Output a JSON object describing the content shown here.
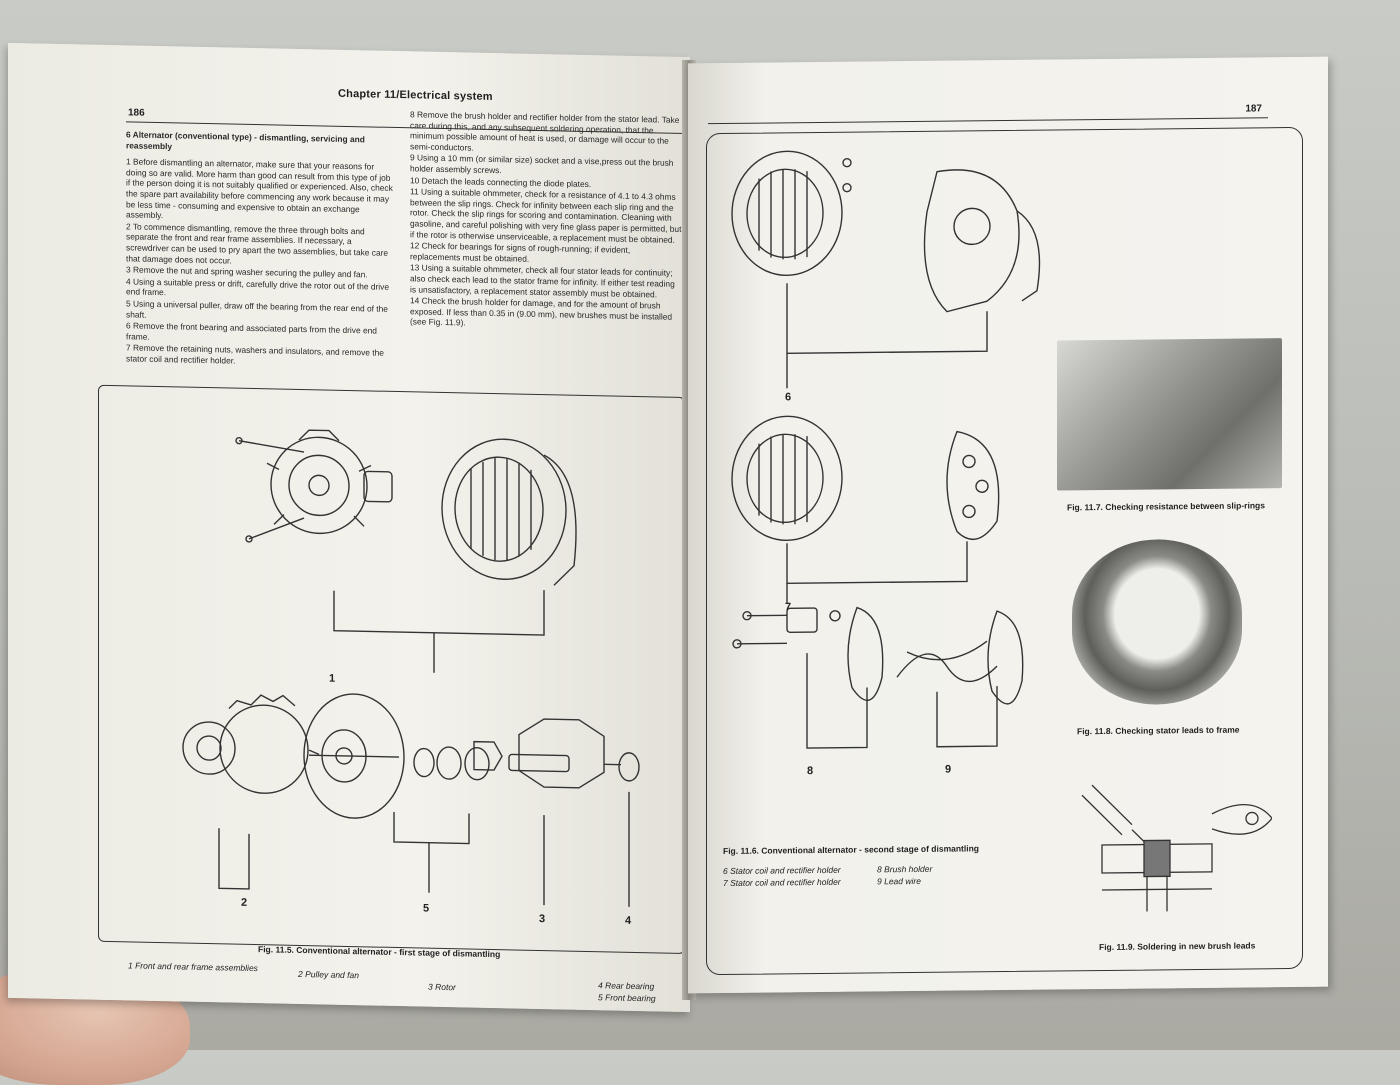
{
  "left_page": {
    "chapter": "Chapter 11/Electrical system",
    "page_number": "186",
    "heading": "6  Alternator (conventional type) - dismantling, servicing and reassembly",
    "col_a": [
      "1  Before dismantling an alternator, make sure that your reasons for doing so are valid. More harm than good can result from this type of job if the person doing it is not suitably qualified or experienced. Also, check the spare part availability before commencing any work because it may be less time - consuming and expensive to obtain an exchange assembly.",
      "2  To commence dismantling, remove the three through bolts and separate the front and rear frame assemblies. If necessary, a screwdriver can be used to pry apart the two assemblies, but take care that damage does not occur.",
      "3  Remove the nut and spring washer securing the pulley and fan.",
      "4  Using a suitable press or drift, carefully drive the rotor out of the drive end frame.",
      "5  Using a universal puller, draw off the bearing from the rear end of the shaft.",
      "6  Remove the front bearing and associated parts from the drive end frame.",
      "7  Remove the retaining nuts, washers and insulators, and remove the stator coil and rectifier holder."
    ],
    "col_b": [
      "8  Remove the brush holder and rectifier holder from the stator lead. Take care during this, and any subsequent soldering operation, that the minimum possible amount of heat is used, or damage will occur to the semi-conductors.",
      "9  Using a 10 mm (or similar size) socket and a vise,press out the brush holder assembly screws.",
      "10 Detach the leads connecting the diode plates.",
      "11 Using a suitable ohmmeter, check for a resistance of 4.1 to 4.3 ohms between the slip rings. Check for infinity between each slip ring and the rotor. Check the slip rings for scoring and contamination. Cleaning with gasoline, and careful polishing with very fine glass paper is permitted, but if the rotor is otherwise unserviceable, a replacement must be obtained.",
      "12 Check for bearings for signs of rough-running; if evident, replacements must be obtained.",
      "13 Using a suitable ohmmeter, check all four stator leads for continuity; also check each lead to the stator frame for infinity. If either test reading is unsatisfactory, a replacement stator assembly must be obtained.",
      "14 Check the brush holder for damage, and for the amount of brush exposed. If less than 0.35 in (9.00 mm), new brushes must be installed (see Fig. 11.9)."
    ],
    "figure": {
      "caption": "Fig. 11.5. Conventional alternator - first stage of dismantling",
      "callouts": [
        "1",
        "2",
        "3",
        "4",
        "5"
      ],
      "legend": {
        "l1": "1   Front and rear frame assemblies",
        "l2": "2   Pulley and fan",
        "l3": "3   Rotor",
        "l4": "4   Rear bearing",
        "l5": "5   Front bearing"
      }
    }
  },
  "right_page": {
    "page_number": "187",
    "figure": {
      "caption": "Fig. 11.6. Conventional alternator - second stage of dismantling",
      "callouts": [
        "6",
        "7",
        "8",
        "9"
      ],
      "legend": {
        "l6": "6   Stator coil and rectifier holder",
        "l7": "7   Stator coil and rectifier holder",
        "l8": "8   Brush holder",
        "l9": "9   Lead wire"
      }
    },
    "photos": {
      "p1": "Fig. 11.7. Checking resistance between slip-rings",
      "p2": "Fig. 11.8. Checking stator leads to frame",
      "p3": "Fig. 11.9. Soldering in new brush leads"
    }
  },
  "colors": {
    "paper": "#f1f0ea",
    "ink": "#1f1f1f",
    "photo_gray": "#9a9a96"
  }
}
